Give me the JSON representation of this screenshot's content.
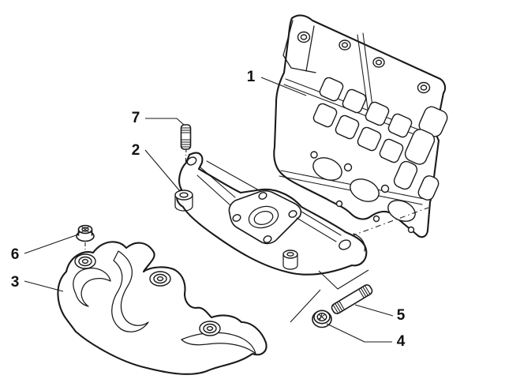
{
  "colors": {
    "background": "#ffffff",
    "line": "#1a1a1a",
    "label": "#111111"
  },
  "callouts": [
    {
      "number": "1",
      "part": "manifold-gasket-plate"
    },
    {
      "number": "2",
      "part": "exhaust-manifold"
    },
    {
      "number": "3",
      "part": "heat-shield"
    },
    {
      "number": "4",
      "part": "flange-nut"
    },
    {
      "number": "5",
      "part": "stud-bolt"
    },
    {
      "number": "6",
      "part": "flange-nut"
    },
    {
      "number": "7",
      "part": "stud-bolt"
    }
  ]
}
